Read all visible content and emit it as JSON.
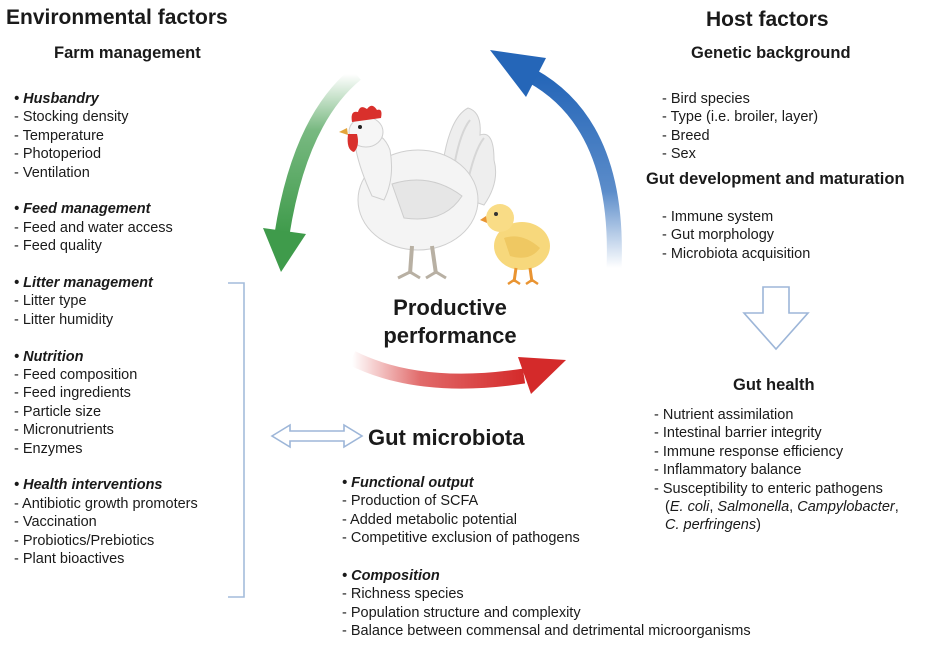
{
  "environmental": {
    "title": "Environmental factors",
    "subtitle": "Farm management",
    "groups": [
      {
        "heading": "• Husbandry",
        "items": [
          "- Stocking density",
          "- Temperature",
          "- Photoperiod",
          "- Ventilation"
        ]
      },
      {
        "heading": "• Feed management",
        "items": [
          "- Feed and water access",
          "- Feed quality"
        ]
      },
      {
        "heading": "• Litter management",
        "items": [
          "- Litter type",
          "- Litter humidity"
        ]
      },
      {
        "heading": "• Nutrition",
        "items": [
          "- Feed composition",
          "- Feed ingredients",
          "- Particle size",
          "- Micronutrients",
          "- Enzymes"
        ]
      },
      {
        "heading": "• Health interventions",
        "items": [
          "- Antibiotic growth promoters",
          "- Vaccination",
          "- Probiotics/Prebiotics",
          "- Plant bioactives"
        ]
      }
    ]
  },
  "host": {
    "title": "Host factors",
    "genetic": {
      "title": "Genetic background",
      "items": [
        "- Bird species",
        "- Type (i.e. broiler, layer)",
        "- Breed",
        "- Sex"
      ]
    },
    "gut_dev": {
      "title": "Gut development and maturation",
      "items": [
        "- Immune system",
        "- Gut morphology",
        "- Microbiota acquisition"
      ]
    },
    "gut_health": {
      "title": "Gut health",
      "items": [
        "- Nutrient assimilation",
        "- Intestinal barrier integrity",
        "- Immune response efficiency",
        "- Inflammatory balance",
        "- Susceptibility to enteric pathogens"
      ],
      "pathogens": {
        "open": "(",
        "p1": "E. coli",
        "sep1": ", ",
        "p2": "Salmonella",
        "sep2": ", ",
        "p3": "Campylobacter",
        "sep3": ",",
        "p4": "C. perfringens",
        "close": ")"
      }
    }
  },
  "center": {
    "line1": "Productive",
    "line2": "performance"
  },
  "microbiota": {
    "title": "Gut microbiota",
    "functional": {
      "heading": "• Functional output",
      "items": [
        "- Production of SCFA",
        "- Added metabolic potential",
        "- Competitive exclusion of pathogens"
      ]
    },
    "composition": {
      "heading": "• Composition",
      "items": [
        "- Richness species",
        "- Population structure and complexity",
        "- Balance between commensal and detrimental microorganisms"
      ]
    }
  },
  "icons": [
    "green-arrow-icon",
    "blue-arrow-icon",
    "red-arrow-icon",
    "hen-icon",
    "chick-icon",
    "down-arrow-icon",
    "double-arrow-icon"
  ],
  "colors": {
    "green_arrow": "#3f9b4b",
    "blue_arrow": "#2566b8",
    "red_arrow": "#d42a2a",
    "outline_arrow": "#aac2e0"
  }
}
